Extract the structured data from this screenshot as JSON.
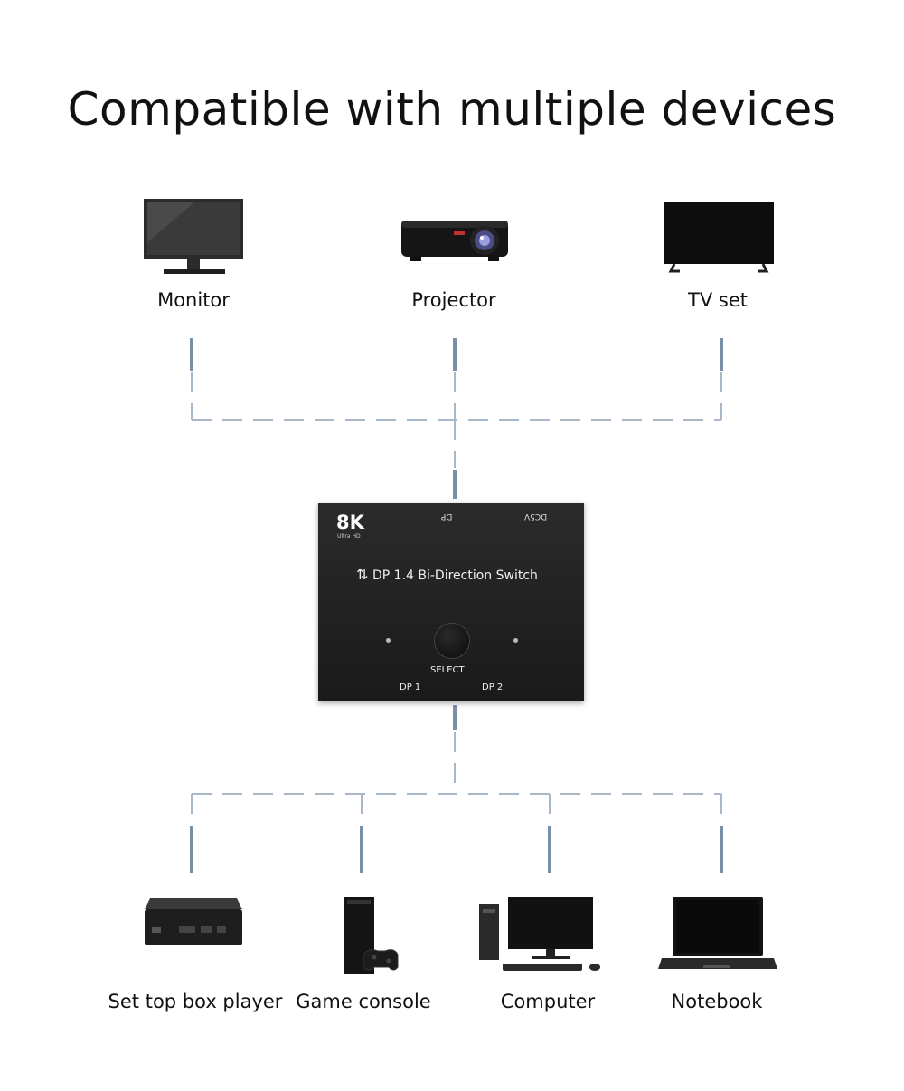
{
  "title": "Compatible with multiple devices",
  "top_devices": [
    {
      "label": "Monitor",
      "icon": "monitor-icon"
    },
    {
      "label": "Projector",
      "icon": "projector-icon"
    },
    {
      "label": "TV set",
      "icon": "tv-icon"
    }
  ],
  "switch": {
    "badge": "8K",
    "badge_sub": "Ultra HD",
    "port_top": "DP",
    "power_label": "DC5V",
    "arrow_glyph": "⇅",
    "name": "DP 1.4 Bi-Direction Switch",
    "select_label": "SELECT",
    "port1": "DP 1",
    "port2": "DP 2"
  },
  "bottom_devices": [
    {
      "label": "Set top box player",
      "icon": "set-top-box-icon"
    },
    {
      "label": "Game console",
      "icon": "game-console-icon"
    },
    {
      "label": "Computer",
      "icon": "computer-icon"
    },
    {
      "label": "Notebook",
      "icon": "notebook-icon"
    }
  ],
  "colors": {
    "line": "#9fb0c2",
    "connector": "#7d93aa",
    "device": "#1c1c1c"
  }
}
